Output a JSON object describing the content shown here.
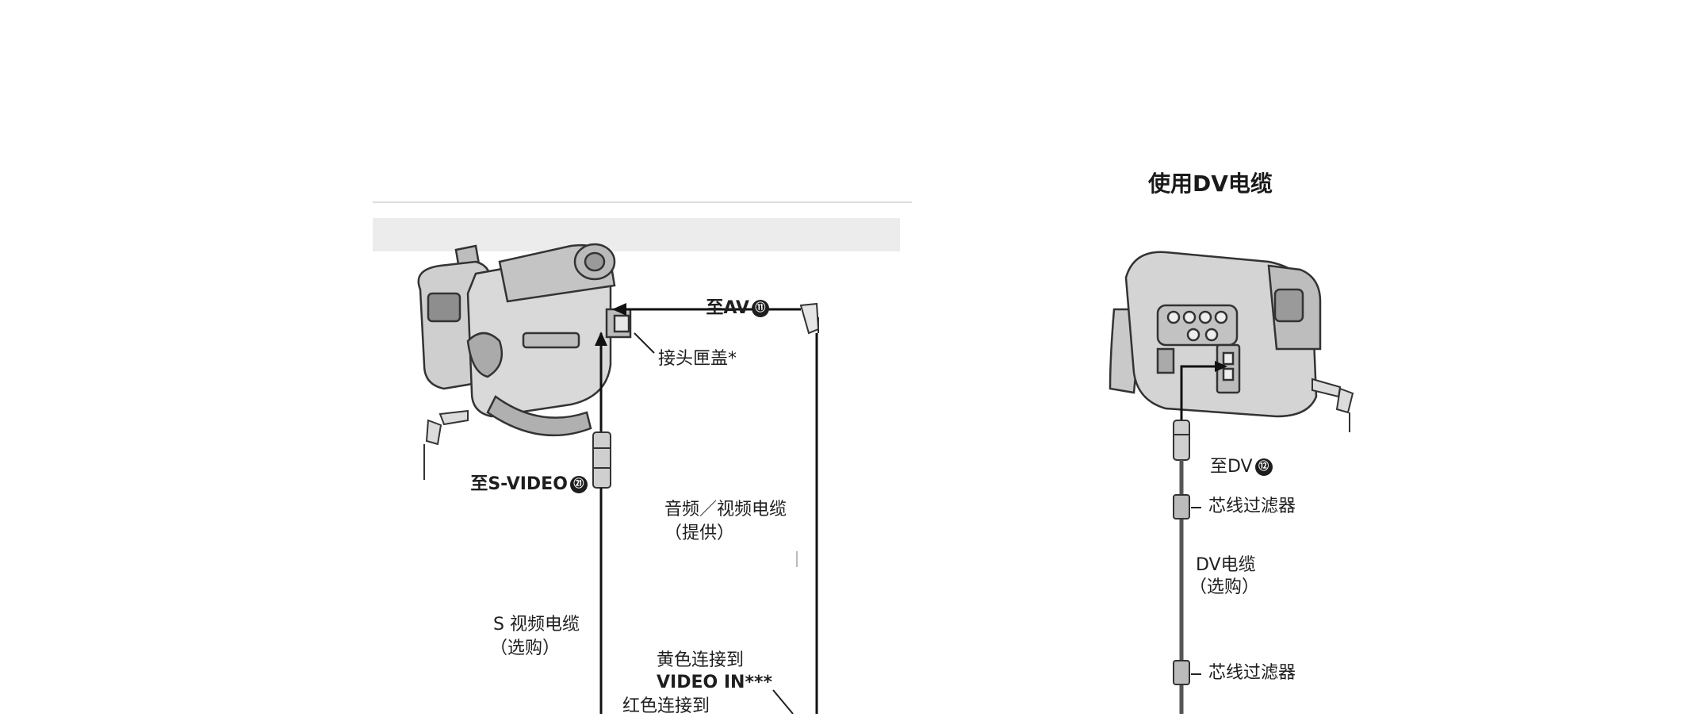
{
  "left_panel": {
    "label_to_av": "至AV",
    "badge_av": "⑪",
    "label_jack_cover": "接头匣盖*",
    "label_to_svideo": "至S-VIDEO",
    "badge_svideo": "㉑",
    "label_av_cable": "音频／视频电缆",
    "label_av_cable_note": "（提供）",
    "label_s_cable": "S 视频电缆",
    "label_s_cable_note": "（选购）",
    "label_yellow": "黄色连接到",
    "label_video_in": "VIDEO IN***",
    "label_red": "红色连接到"
  },
  "right_panel": {
    "title": "使用DV电缆",
    "label_to_dv": "至DV",
    "badge_dv": "⑫",
    "label_filter_top": "芯线过滤器",
    "label_dv_cable": "DV电缆",
    "label_dv_cable_note": "（选购）",
    "label_filter_bottom": "芯线过滤器"
  }
}
